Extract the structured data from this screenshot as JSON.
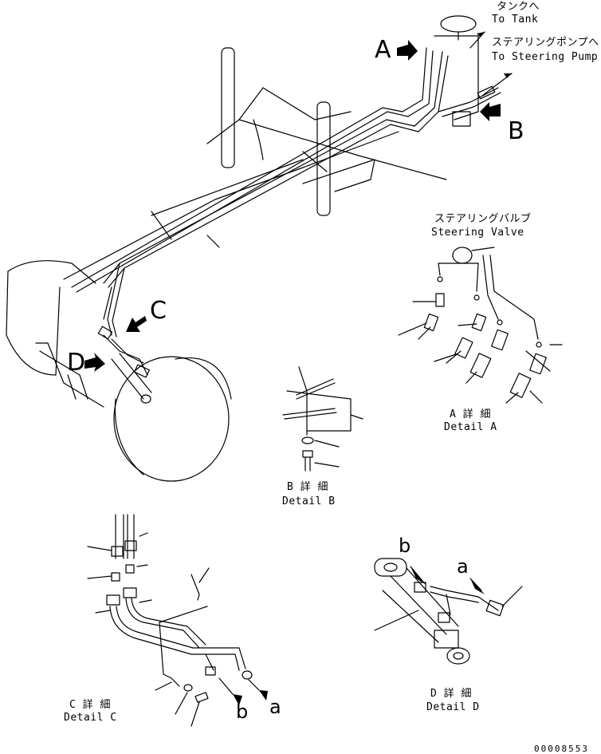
{
  "callouts": {
    "tank_jp": "タンクへ",
    "tank_en": "To Tank",
    "pump_jp": "ステアリングポンプへ",
    "pump_en": "To Steering Pump",
    "valve_jp": "ステアリングバルブ",
    "valve_en": "Steering Valve"
  },
  "view_markers": {
    "a": "A",
    "b": "B",
    "c": "C",
    "d": "D"
  },
  "port_markers": {
    "a": "a",
    "b": "b"
  },
  "details": {
    "a_jp": "A 詳 細",
    "a_en": "Detail A",
    "b_jp": "B 詳 細",
    "b_en": "Detail B",
    "c_jp": "C 詳 細",
    "c_en": "Detail C",
    "d_jp": "D 詳 細",
    "d_en": "Detail D"
  },
  "drawing_number": "00008553"
}
